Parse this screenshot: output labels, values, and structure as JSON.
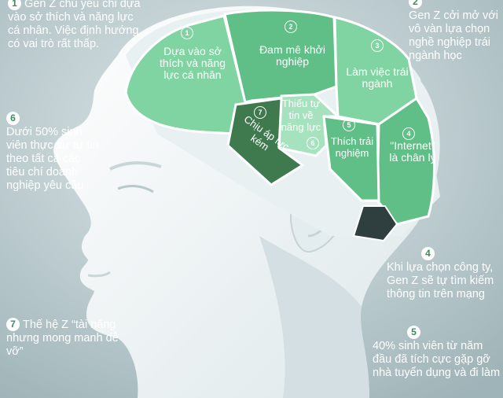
{
  "notes": [
    {
      "num": "1",
      "text": "Gen Z chủ yếu chỉ dựa vào sở thích và năng lực cá nhân. Việc định hướng có vai trò rất thấp."
    },
    {
      "num": "2",
      "text": "Gen Z cởi mở với vô vàn lựa chọn nghề nghiệp trái ngành học"
    },
    {
      "num": "6",
      "text": "Dưới 50% sinh viên thực sự tự tin theo tất cả các tiêu chí doanh nghiệp yêu cầu"
    },
    {
      "num": "4",
      "text": "Khi lựa chọn công ty, Gen Z sẽ tự tìm kiếm thông tin trên mạng"
    },
    {
      "num": "7",
      "text": "Thế hệ Z “tài năng nhưng mong manh dễ vỡ”"
    },
    {
      "num": "5",
      "text": "40% sinh viên từ năm đầu đã tích cực gặp gỡ nhà tuyển dụng và đi làm"
    }
  ],
  "regions": [
    {
      "num": "1",
      "label": "Dựa vào sở thích và năng lực cá nhân"
    },
    {
      "num": "2",
      "label": "Đam mê khởi nghiệp"
    },
    {
      "num": "3",
      "label": "Làm việc trái ngành"
    },
    {
      "num": "4",
      "label": "\"Internet\" là chân lý"
    },
    {
      "num": "5",
      "label": "Thích trải nghiệm"
    },
    {
      "num": "6",
      "label": "Thiếu tự tin về năng lực"
    },
    {
      "num": "7",
      "label": "Chịu áp lực kém"
    }
  ],
  "colors": {
    "background": "#b9cacd",
    "head": "#f1f6f7",
    "brain_light": "#7fd4a2",
    "brain_mid": "#5fbf86",
    "brain_dark": "#3f7a4f",
    "brain_darkest": "#2f3e3f"
  }
}
